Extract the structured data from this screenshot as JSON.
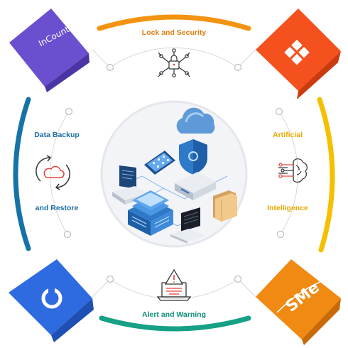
{
  "labels": {
    "top": "Lock and Security",
    "right_1": "Artificial",
    "right_2": "Intelligence",
    "bottom": "Alert and Warning",
    "left_1": "Data Backup",
    "left_2": "and Restore"
  },
  "logos": {
    "incountry": "InCountry",
    "sme": "SMe"
  },
  "colors": {
    "top_arc": "#f39312",
    "right_arc": "#f5c000",
    "bottom_arc": "#16a086",
    "left_arc": "#1673a8",
    "ring": "#d6d6d6",
    "purple": "#6a4fcf",
    "red_orange": "#f4511e",
    "blue": "#2f6be0",
    "orange": "#f08a12",
    "icon_red": "#e8403a"
  },
  "icons": [
    "lock-network-icon",
    "cloud-sync-icon",
    "brain-circuit-icon",
    "alert-laptop-icon"
  ]
}
